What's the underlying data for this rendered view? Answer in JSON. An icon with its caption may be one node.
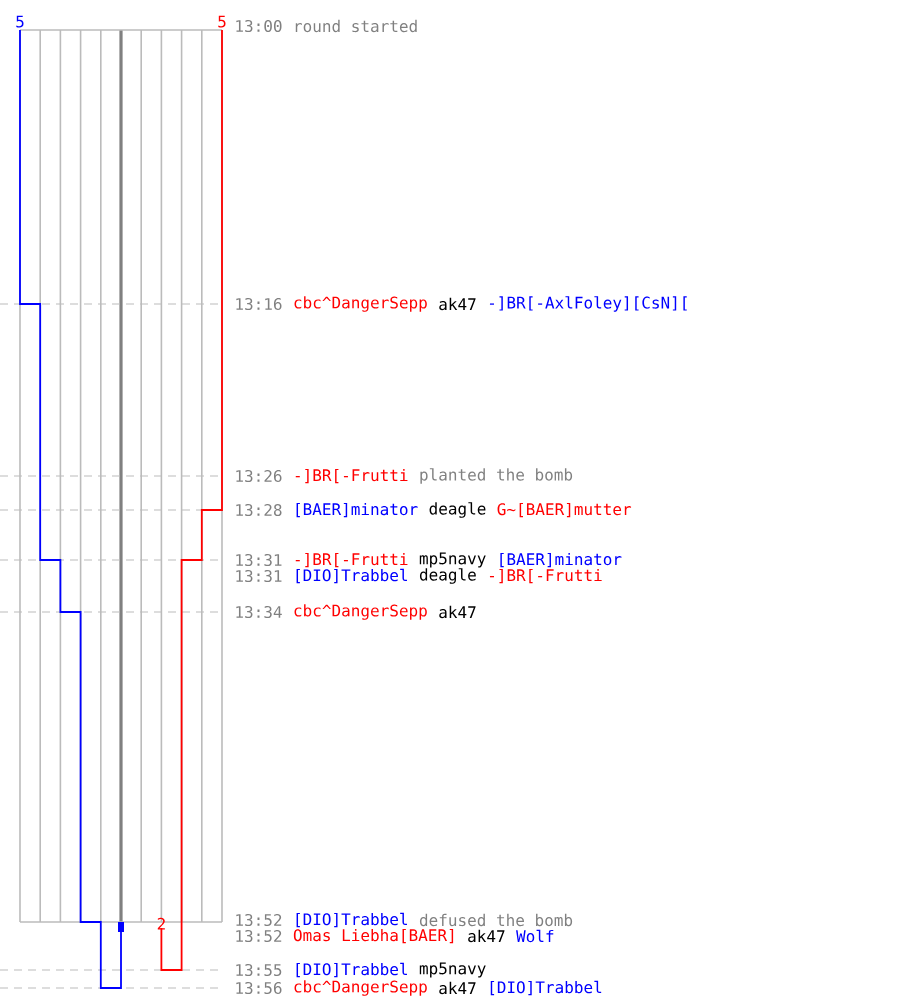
{
  "diagram": {
    "labels": [
      "5",
      "5",
      "13:00",
      "round started",
      "13:16",
      "cbc^DangerSepp",
      "ak47",
      "-]BR[-AxlFoley][CsN][",
      "13:26",
      "-]BR[-Frutti",
      "planted the bomb",
      "13:28",
      "[BAER]minator",
      "deagle",
      "G~[BAER]mutter",
      "13:31",
      "-]BR[-Frutti",
      "mp5navy",
      "[BAER]minator",
      "13:31",
      "[DIO]Trabbel",
      "deagle",
      "-]BR[-Frutti",
      "13:34",
      "cbc^DangerSepp",
      "ak47",
      "13:52",
      "[DIO]Trabbel",
      "defused the bomb",
      "13:52",
      "Omas Liebha[BAER]",
      "ak47",
      "Wolf",
      "13:55",
      "[DIO]Trabbel",
      "mp5navy",
      "13:56",
      "cbc^DangerSepp",
      "ak47",
      "[DIO]Trabbel",
      "2"
    ]
  }
}
